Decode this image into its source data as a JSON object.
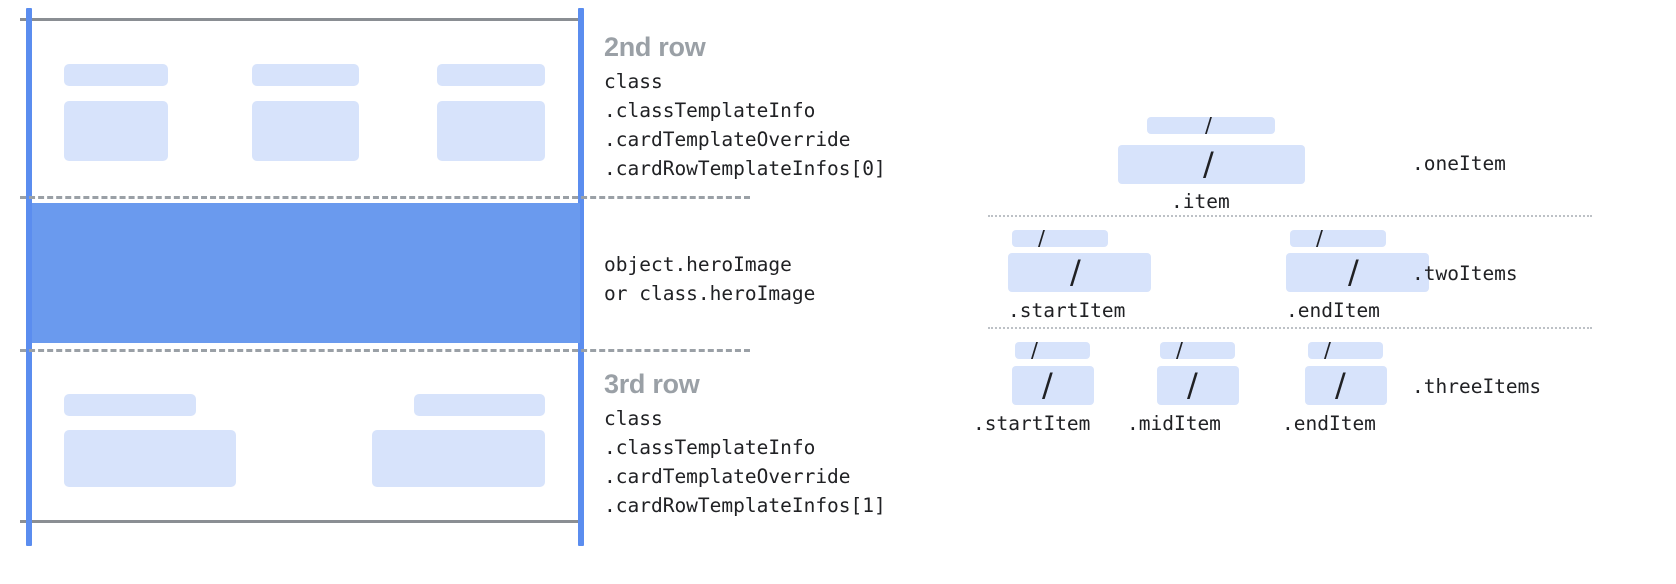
{
  "diagram": {
    "title_hidden": "",
    "left_card": {
      "rows": [
        {
          "name": "2nd row",
          "code_lines": [
            "class",
            ".classTemplateInfo",
            ".cardTemplateOverride",
            ".cardRowTemplateInfos[0]"
          ]
        },
        {
          "name": "",
          "code_lines": [
            "object.heroImage",
            "or class.heroImage"
          ]
        },
        {
          "name": "3rd row",
          "code_lines": [
            "class",
            ".classTemplateInfo",
            ".cardTemplateOverride",
            ".cardRowTemplateInfos[1]"
          ]
        }
      ]
    },
    "right_panel": {
      "groups": [
        {
          "label": ".oneItem",
          "items": [
            {
              "caption": ".item",
              "glyph": "/"
            }
          ]
        },
        {
          "label": ".twoItems",
          "items": [
            {
              "caption": ".startItem",
              "glyph": "/"
            },
            {
              "caption": ".endItem",
              "glyph": "/"
            }
          ]
        },
        {
          "label": ".threeItems",
          "items": [
            {
              "caption": ".startItem",
              "glyph": "/"
            },
            {
              "caption": ".midItem",
              "glyph": "/"
            },
            {
              "caption": ".endItem",
              "glyph": "/"
            }
          ]
        }
      ]
    },
    "colors": {
      "placeholder_blue": "#d7e3fb",
      "hero_blue": "#6a9aee",
      "rail_blue": "#5b8def",
      "frame_gray": "#8a8e93",
      "divider_gray": "#9aa0a6",
      "title_gray": "#9aa0a6",
      "text_dark": "#202124"
    }
  }
}
